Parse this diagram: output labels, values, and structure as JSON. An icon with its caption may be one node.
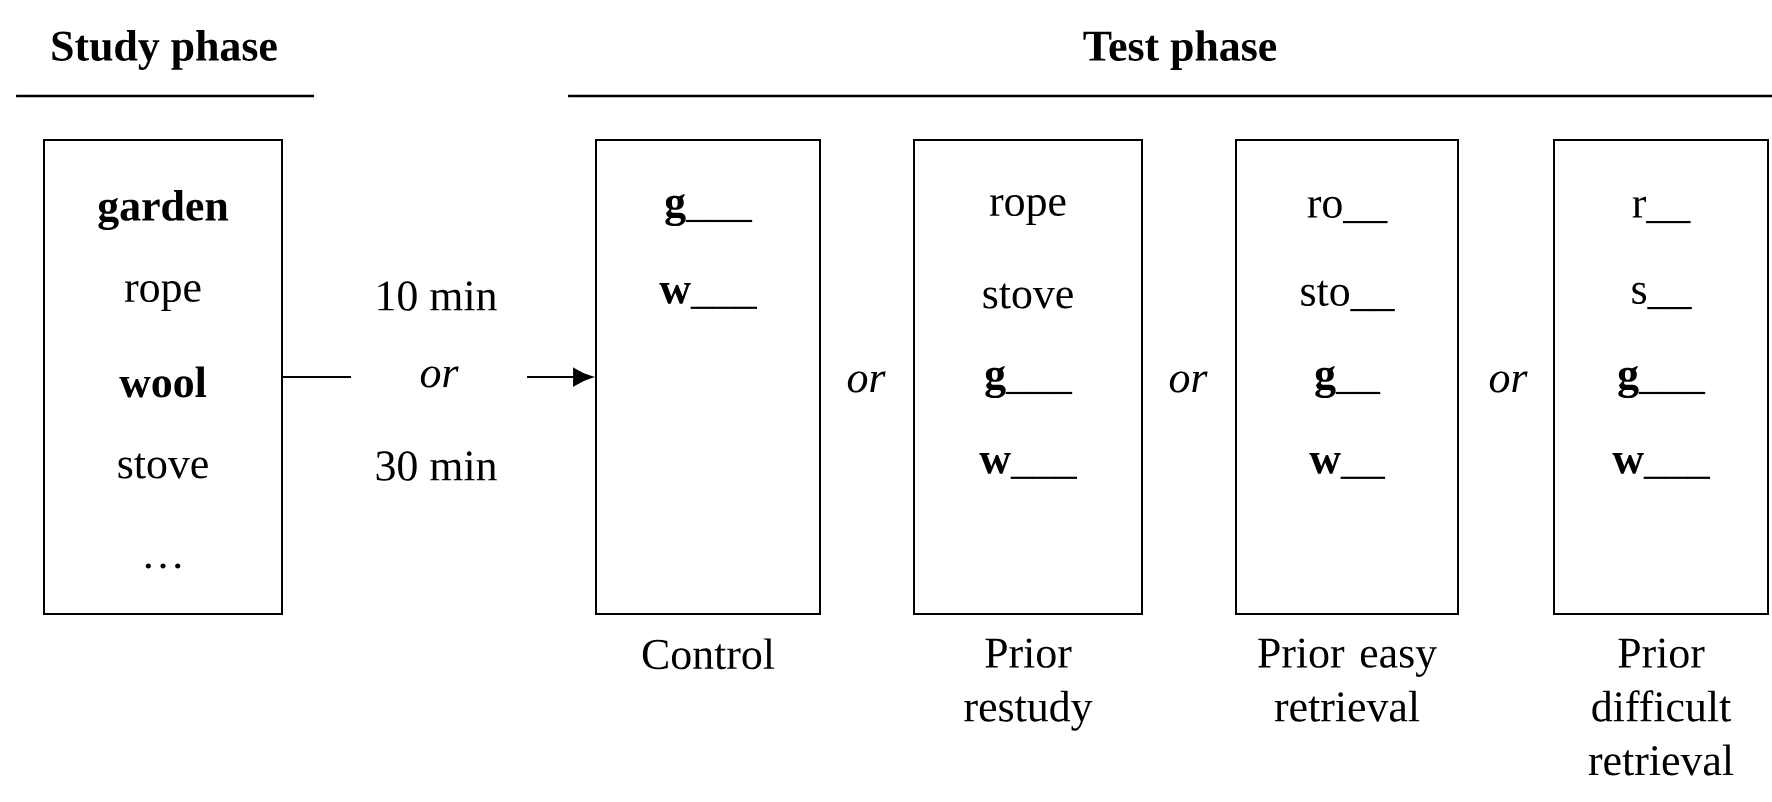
{
  "diagram": {
    "nodes": [
      {
        "text": [
          "**garden**",
          "rope",
          "**wool**",
          "stove",
          "…"
        ]
      },
      {
        "text": [
          "**g**___",
          "**w**___"
        ],
        "beside": [
          "Control"
        ]
      },
      {
        "text": [
          "rope",
          "stove",
          "**g**___",
          "**w**___"
        ],
        "beside": [
          "Prior restudy"
        ]
      },
      {
        "text": [
          "ro__",
          "sto__",
          "**g**__",
          "**w**__"
        ],
        "beside": [
          "Prior easy retrieval"
        ]
      },
      {
        "text": [
          "r__",
          "s__",
          "**g**___",
          "**w**___"
        ],
        "beside": [
          "Prior difficult retrieval"
        ]
      }
    ],
    "edges": [
      {
        "from": 0,
        "to": 1,
        "arrow": "to",
        "label": "or"
      }
    ],
    "labels": [
      "Study phase",
      "Test phase",
      "10 min",
      "30 min",
      "or",
      "or",
      "or"
    ]
  }
}
